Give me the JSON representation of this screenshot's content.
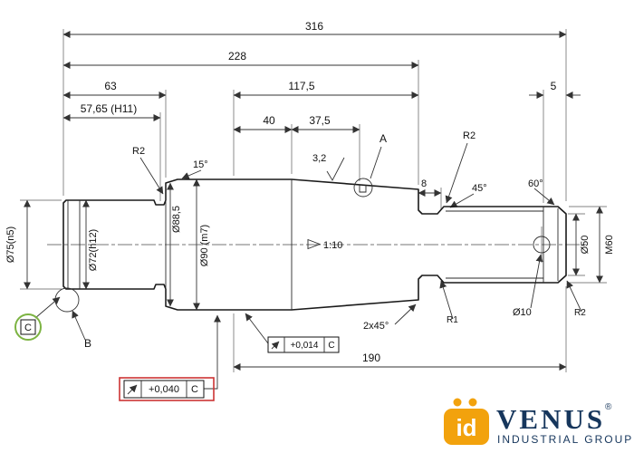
{
  "drawing": {
    "dims_horizontal": {
      "total": "316",
      "sub228": "228",
      "left63": "63",
      "mid117": "117,5",
      "left5765": "57,65 (H11)",
      "mid40": "40",
      "mid375": "37,5",
      "right5": "5",
      "bottom190": "190",
      "neck8": "8"
    },
    "dims_vertical": {
      "dia75": "Ø75(n5)",
      "dia72": "Ø72(h12)",
      "dia885": "Ø88,5",
      "dia90": "Ø90 (m7)",
      "dia50": "Ø50",
      "m60": "M60"
    },
    "annotations": {
      "dia10": "Ø10",
      "taper": "1:10",
      "roughness": "3,2",
      "angle15": "15°",
      "angle45": "45°",
      "angle60": "60°",
      "chamfer": "2x45°",
      "r2_left": "R2",
      "r2_neck": "R2",
      "r1": "R1",
      "r2_end": "R2",
      "detail_a": "A",
      "detail_b": "B"
    },
    "datum": {
      "label": "C"
    },
    "tolerance_frames": {
      "frame1": {
        "symbol": "circular-runout",
        "value": "+0,014",
        "datum": "C"
      },
      "frame2": {
        "symbol": "circular-runout",
        "value": "+0,040",
        "datum": "C",
        "highlighted": true
      }
    }
  },
  "logo": {
    "icon_text": "id",
    "brand": "VENUS",
    "registered": "®",
    "subtitle": "INDUSTRIAL GROUP"
  },
  "colors": {
    "line": "#1a1a1a",
    "highlight_red": "#cc3333",
    "datum_green": "#7cb342",
    "logo_orange": "#f2a20d",
    "logo_navy": "#16365c"
  }
}
